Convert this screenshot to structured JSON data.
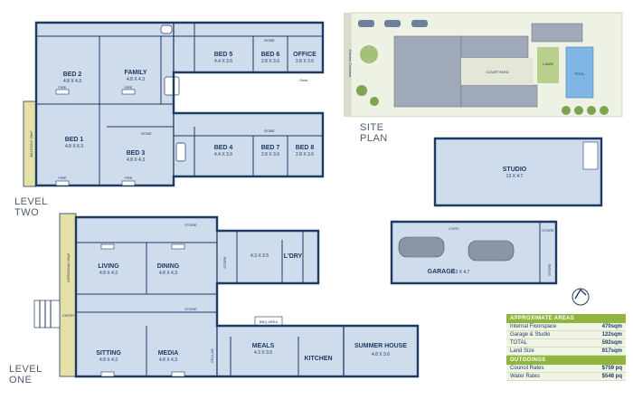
{
  "plan_labels": {
    "level_two": [
      "LEVEL",
      "TWO"
    ],
    "level_one": [
      "LEVEL",
      "ONE"
    ],
    "site_plan": [
      "SITE",
      "PLAN"
    ]
  },
  "level_two_rooms": [
    {
      "name": "BED 2",
      "dims": "4.8 X 4.3"
    },
    {
      "name": "FAMILY",
      "dims": "4.8 X 4.3"
    },
    {
      "name": "BED 1",
      "dims": "4.8 X 6.3"
    },
    {
      "name": "BED 3",
      "dims": "4.8 X 4.3"
    },
    {
      "name": "BED 5",
      "dims": "4.4 X 3.6"
    },
    {
      "name": "BED 6",
      "dims": "2.8 X 3.6"
    },
    {
      "name": "OFFICE",
      "dims": "2.8 X 3.6"
    },
    {
      "name": "BED 4",
      "dims": "4.4 X 3.6"
    },
    {
      "name": "BED 7",
      "dims": "2.8 X 3.6"
    },
    {
      "name": "BED 8",
      "dims": "2.8 X 3.6"
    }
  ],
  "level_two_misc": {
    "balcony": "BALCONY 28m²",
    "fire": "FIRE",
    "robe": "ROBE",
    "desk": "Desk"
  },
  "level_one_rooms": [
    {
      "name": "LIVING",
      "dims": "4.8 X 4.3"
    },
    {
      "name": "DINING",
      "dims": "4.8 X 4.3"
    },
    {
      "name": "SITTING",
      "dims": "4.8 X 4.3"
    },
    {
      "name": "MEDIA",
      "dims": "4.8 X 4.3"
    },
    {
      "name": "",
      "dims": "4.3 X 3.5"
    },
    {
      "name": "MEALS",
      "dims": "4.3 X 3.5"
    },
    {
      "name": "KITCHEN",
      "dims": ""
    },
    {
      "name": "SUMMER HOUSE",
      "dims": "4.8 X 3.6"
    }
  ],
  "level_one_misc": {
    "verandah": "VERANDAH 28m²",
    "entry": "ENTRY",
    "store": "STORE",
    "ldry": "L'DRY",
    "bbq": "BBQ AREA",
    "cellar": "CELLAR"
  },
  "studio": {
    "name": "STUDIO",
    "dims": "13 X 4.7"
  },
  "garage": {
    "name": "GARAGE",
    "dims": "13 X 4.7",
    "ldry": "L'DRY",
    "store": "STORE"
  },
  "site": {
    "courtyard": "COURTYARD",
    "lawn": "LAWN",
    "pool": "POOL",
    "street": "Gordon Crescent"
  },
  "areas": {
    "heading": "APPROXIMATE AREAS",
    "rows": [
      {
        "label": "Internal Floorspace",
        "value": "470sqm"
      },
      {
        "label": "Garage & Studio",
        "value": "122sqm"
      },
      {
        "label": "TOTAL",
        "value": "592sqm"
      },
      {
        "label": "Land Size",
        "value": "917sqm"
      }
    ]
  },
  "outgoings": {
    "heading": "OUTGOINGS",
    "rows": [
      {
        "label": "Council Rates",
        "value": "$759 pq"
      },
      {
        "label": "Water Rates",
        "value": "$548 pq"
      }
    ]
  },
  "colors": {
    "wall": "#1f3a63",
    "room_fill": "#cfdcec",
    "accent": "#8fb53f",
    "balcony": "#e5e0a6"
  }
}
